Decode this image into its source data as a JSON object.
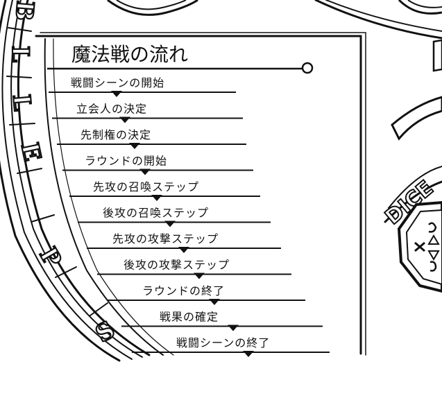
{
  "title": "魔法戦の流れ",
  "steps": [
    "戦闘シーンの開始",
    "立会人の決定",
    "先制権の決定",
    "ラウンドの開始",
    "先攻の召喚ステップ",
    "後攻の召喚ステップ",
    "先攻の攻撃ステップ",
    "後攻の攻撃ステップ",
    "ラウンドの終了",
    "戦果の確定",
    "戦闘シーンの終了"
  ],
  "ring_letters": [
    "B",
    "L",
    "L",
    "E",
    "P",
    "S"
  ],
  "dice_label": "DICE",
  "colors": {
    "ink": "#111111",
    "paper": "#ffffff"
  }
}
